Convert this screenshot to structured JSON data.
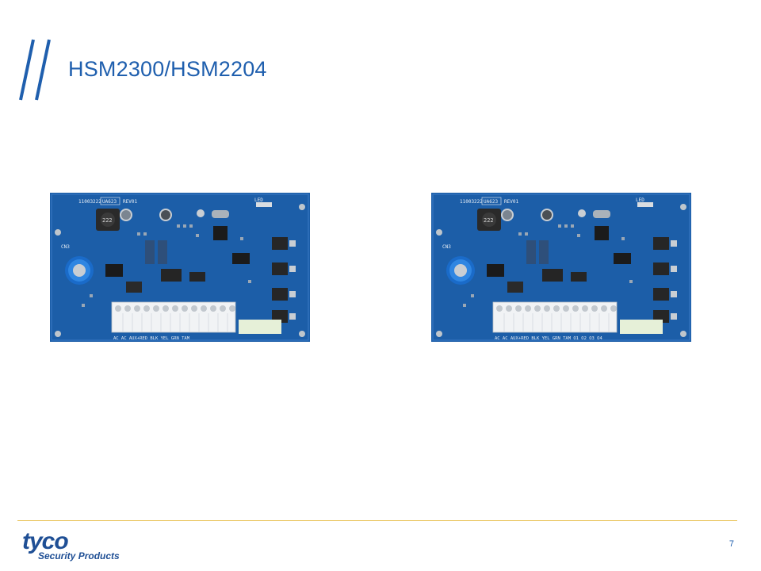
{
  "slide": {
    "title": "HSM2300/HSM2204",
    "page_number": "7"
  },
  "boards": [
    {
      "name": "HSM2300",
      "serial_label": "11003222",
      "part_label": "UA623",
      "rev_label": "REV01",
      "led_label": "LED",
      "conn_label": "CN3",
      "inductor_label": "222",
      "terminal_label": "AC AC AUX+RED BLK YEL GRN TAM"
    },
    {
      "name": "HSM2204",
      "serial_label": "11003222",
      "part_label": "UA623",
      "rev_label": "REV01",
      "led_label": "LED",
      "conn_label": "CN3",
      "inductor_label": "222",
      "terminal_label": "AC AC AUX+RED BLK YEL GRN TAM O1 O2 O3 O4"
    }
  ],
  "logo": {
    "word": "tyco",
    "sub": "Security Products"
  },
  "colors": {
    "title_blue": "#1f5fae",
    "pcb_blue": "#1c5ea8",
    "footer_gold": "#e9c45a"
  }
}
